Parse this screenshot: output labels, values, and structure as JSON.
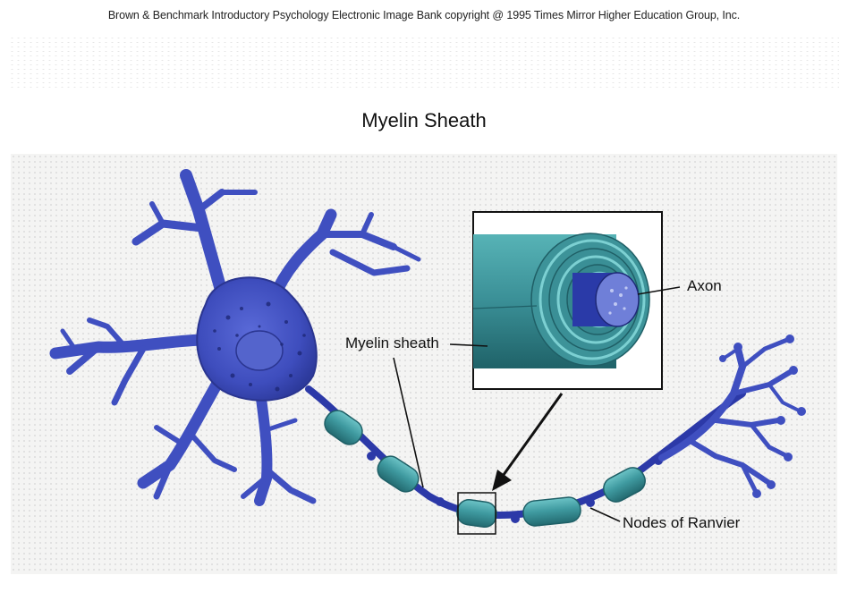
{
  "header": {
    "copyright": "Brown & Benchmark Introductory Psychology Electronic Image Bank copyright @ 1995 Times Mirror Higher Education Group, Inc."
  },
  "title": "Myelin Sheath",
  "labels": {
    "axon": "Axon",
    "myelin_sheath": "Myelin sheath",
    "nodes_of_ranvier": "Nodes of Ranvier"
  },
  "colors": {
    "neuron_body": "#3f4fc0",
    "neuron_outline": "#1f2a80",
    "myelin": "#3f9aa0",
    "myelin_dark": "#1f5f66",
    "node": "#2c39a8",
    "background": "#f4f4f3"
  },
  "icons": {
    "neuron": "neuron-illustration",
    "inset": "myelin-cross-section-inset"
  }
}
